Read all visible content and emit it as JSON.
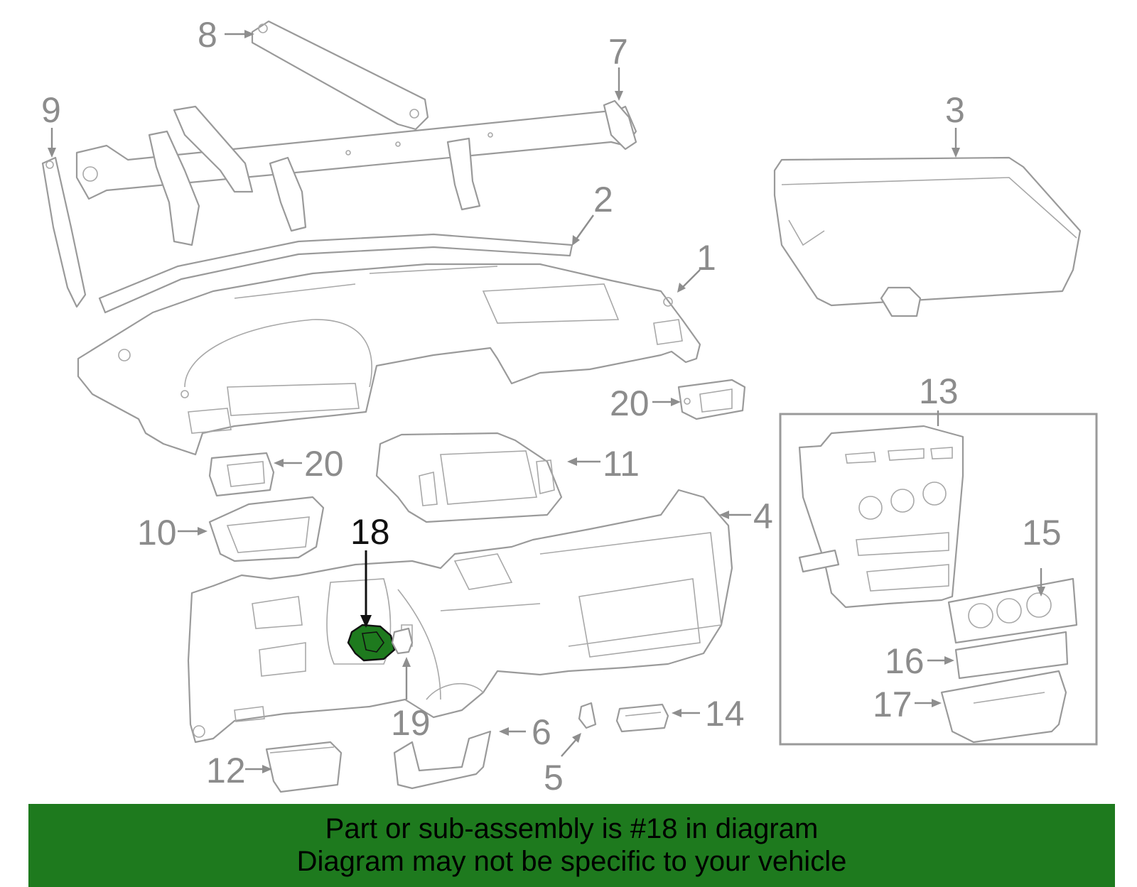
{
  "diagram": {
    "highlight_color": "#1e7a1e",
    "line_color": "#9a9a9a",
    "callouts": [
      "1",
      "2",
      "3",
      "4",
      "5",
      "6",
      "7",
      "8",
      "9",
      "10",
      "11",
      "12",
      "13",
      "14",
      "15",
      "16",
      "17",
      "18",
      "19",
      "20",
      "20"
    ],
    "highlighted_callout": "18"
  },
  "banner": {
    "line1": "Part or sub-assembly is #18 in diagram",
    "line2": "Diagram may not be specific to your vehicle",
    "background": "#1e7a1e"
  }
}
